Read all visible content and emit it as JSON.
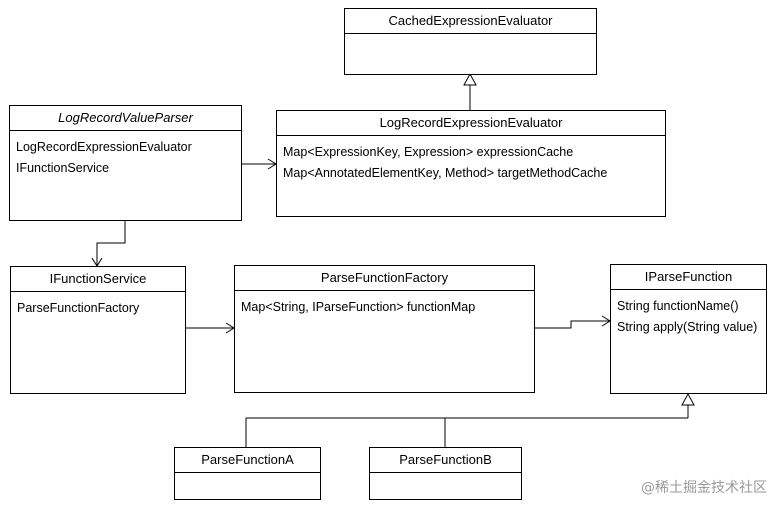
{
  "classes": {
    "cached_evaluator": {
      "title": "CachedExpressionEvaluator",
      "members": []
    },
    "value_parser": {
      "title": "LogRecordValueParser",
      "members": [
        "LogRecordExpressionEvaluator",
        "IFunctionService"
      ]
    },
    "expression_evaluator": {
      "title": "LogRecordExpressionEvaluator",
      "members": [
        "Map<ExpressionKey, Expression> expressionCache",
        "Map<AnnotatedElementKey, Method> targetMethodCache"
      ]
    },
    "function_service": {
      "title": "IFunctionService",
      "members": [
        "ParseFunctionFactory"
      ]
    },
    "function_factory": {
      "title": "ParseFunctionFactory",
      "members": [
        "Map<String, IParseFunction> functionMap"
      ]
    },
    "parse_function": {
      "title": "IParseFunction",
      "members": [
        "String functionName()",
        "String apply(String value)"
      ]
    },
    "parse_function_a": {
      "title": "ParseFunctionA",
      "members": []
    },
    "parse_function_b": {
      "title": "ParseFunctionB",
      "members": []
    }
  },
  "watermark": "@稀土掘金技术社区"
}
